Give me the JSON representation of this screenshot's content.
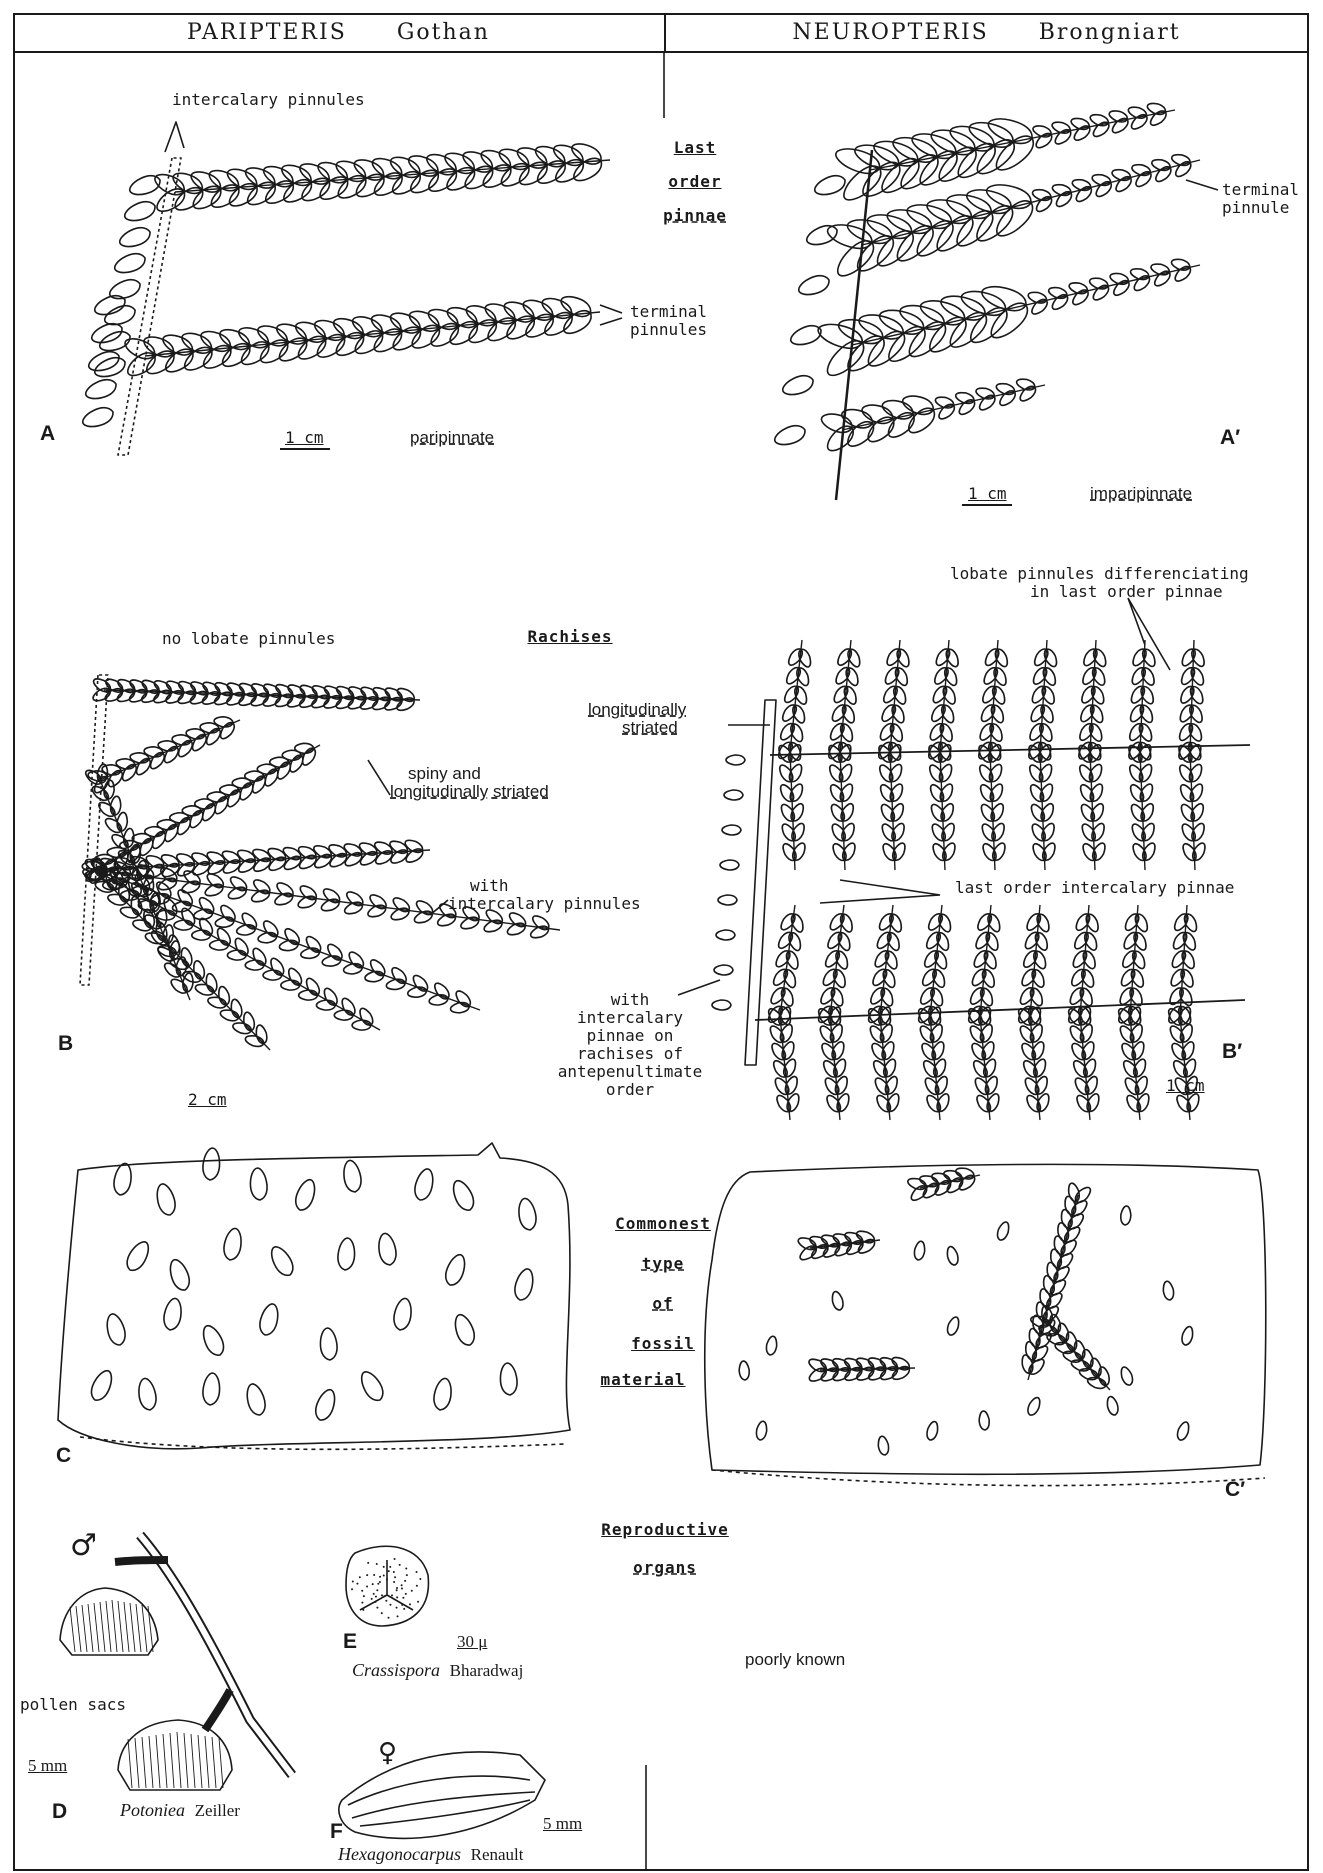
{
  "header": {
    "left_genus": "PARIPTERIS",
    "left_author": "Gothan",
    "right_genus": "NEUROPTERIS",
    "right_author": "Brongniart"
  },
  "rows": {
    "pinnae": {
      "label_1": "Last",
      "label_2": "order",
      "label_3": "pinnae"
    },
    "rachises": {
      "label": "Rachises"
    },
    "material": {
      "label_1": "Commonest",
      "label_2": "type",
      "label_3": "of",
      "label_4": "fossil",
      "label_5": "material"
    },
    "reproductive": {
      "label_1": "Reproductive",
      "label_2": "organs"
    }
  },
  "panel_a": {
    "letter": "A",
    "annot_top": "intercalary pinnules",
    "annot_right_1": "terminal",
    "annot_right_2": "pinnules",
    "scale": "1 cm",
    "form": "paripinnate"
  },
  "panel_a2": {
    "letter": "A′",
    "annot_1": "terminal",
    "annot_2": "pinnule",
    "scale": "1 cm",
    "form": "imparipinnate"
  },
  "panel_b": {
    "letter": "B",
    "annot_top": "no lobate pinnules",
    "annot_mid_1": "spiny and",
    "annot_mid_2": "longitudinally striated",
    "annot_low_1": "with",
    "annot_low_2": "intercalary pinnules",
    "scale": "2 cm"
  },
  "panel_b2": {
    "letter": "B′",
    "annot_top_1": "lobate pinnules differenciating",
    "annot_top_2": "in last order pinnae",
    "annot_rachis_1": "longitudinally",
    "annot_rachis_2": "striated",
    "annot_mid": "last order intercalary pinnae",
    "annot_low_1": "with",
    "annot_low_2": "intercalary",
    "annot_low_3": "pinnae on",
    "annot_low_4": "rachises of",
    "annot_low_5": "antepenultimate",
    "annot_low_6": "order",
    "scale": "1 cm"
  },
  "panel_c": {
    "letter": "C"
  },
  "panel_c2": {
    "letter": "C′"
  },
  "panel_d": {
    "letter": "D",
    "male_symbol": "♂",
    "annot": "pollen sacs",
    "scale": "5 mm",
    "genus": "Potoniea",
    "author": "Zeiller"
  },
  "panel_e": {
    "letter": "E",
    "scale": "30 μ",
    "genus": "Crassispora",
    "author": "Bharadwaj"
  },
  "panel_f": {
    "letter": "F",
    "female_symbol": "♀",
    "scale": "5 mm",
    "genus": "Hexagonocarpus",
    "author": "Renault"
  },
  "right_reproductive": {
    "text": "poorly known"
  }
}
